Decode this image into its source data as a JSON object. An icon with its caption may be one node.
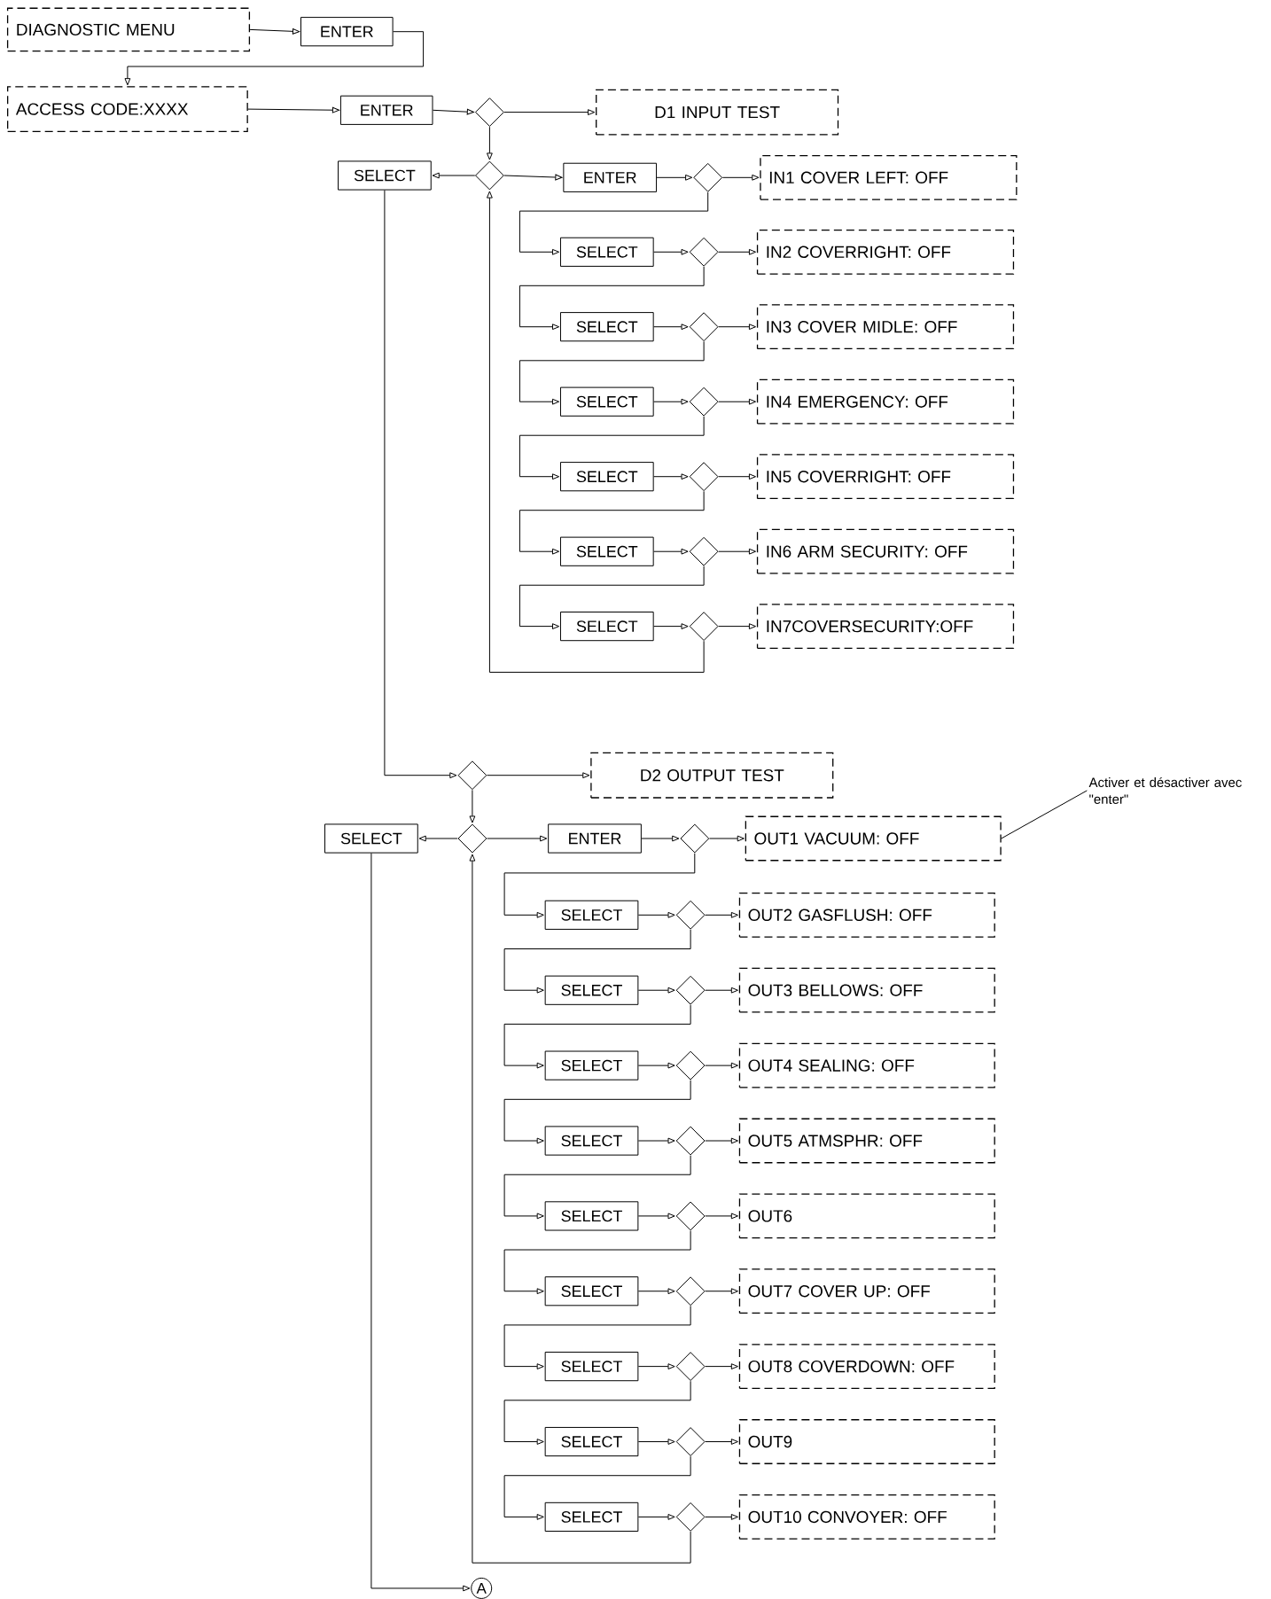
{
  "diagram": {
    "nodes": [
      {
        "text": [
          "DIAGNOSTIC MENU"
        ]
      },
      {
        "text": [
          "ENTER"
        ]
      },
      {
        "text": [
          "ACCESS CODE:XXXX"
        ]
      },
      {
        "text": [
          "ENTER"
        ]
      },
      {
        "text": [],
        "shape": "diamond"
      },
      {
        "text": [
          "D1 INPUT TEST"
        ]
      },
      {
        "text": [
          "SELECT"
        ]
      },
      {
        "text": [],
        "shape": "diamond"
      },
      {
        "text": [
          "ENTER"
        ]
      },
      {
        "text": [],
        "shape": "diamond"
      },
      {
        "text": [
          "IN1 COVER LEFT: OFF"
        ]
      },
      {
        "text": [
          "SELECT"
        ]
      },
      {
        "text": [],
        "shape": "diamond"
      },
      {
        "text": [
          "IN2 COVERRIGHT: OFF"
        ]
      },
      {
        "text": [
          "SELECT"
        ]
      },
      {
        "text": [],
        "shape": "diamond"
      },
      {
        "text": [
          "IN3 COVER MIDLE: OFF"
        ]
      },
      {
        "text": [
          "SELECT"
        ]
      },
      {
        "text": [],
        "shape": "diamond"
      },
      {
        "text": [
          "IN4 EMERGENCY: OFF"
        ]
      },
      {
        "text": [
          "SELECT"
        ]
      },
      {
        "text": [],
        "shape": "diamond"
      },
      {
        "text": [
          "IN5 COVERRIGHT: OFF"
        ]
      },
      {
        "text": [
          "SELECT"
        ]
      },
      {
        "text": [],
        "shape": "diamond"
      },
      {
        "text": [
          "IN6 ARM SECURITY: OFF"
        ]
      },
      {
        "text": [
          "SELECT"
        ]
      },
      {
        "text": [],
        "shape": "diamond"
      },
      {
        "text": [
          "IN7COVERSECURITY:OFF"
        ]
      },
      {
        "text": [],
        "shape": "diamond"
      },
      {
        "text": [
          "D2 OUTPUT TEST"
        ]
      },
      {
        "text": [
          "Activer et désactiver avec \"enter\""
        ]
      },
      {
        "text": [
          "SELECT"
        ]
      },
      {
        "text": [],
        "shape": "diamond"
      },
      {
        "text": [
          "ENTER"
        ]
      },
      {
        "text": [],
        "shape": "diamond"
      },
      {
        "text": [
          "OUT1 VACUUM: OFF"
        ]
      },
      {
        "text": [
          "SELECT"
        ]
      },
      {
        "text": [],
        "shape": "diamond"
      },
      {
        "text": [
          "OUT2 GASFLUSH: OFF"
        ]
      },
      {
        "text": [
          "SELECT"
        ]
      },
      {
        "text": [],
        "shape": "diamond"
      },
      {
        "text": [
          "OUT3 BELLOWS: OFF"
        ]
      },
      {
        "text": [
          "SELECT"
        ]
      },
      {
        "text": [],
        "shape": "diamond"
      },
      {
        "text": [
          "OUT4 SEALING: OFF"
        ]
      },
      {
        "text": [
          "SELECT"
        ]
      },
      {
        "text": [],
        "shape": "diamond"
      },
      {
        "text": [
          "OUT5 ATMSPHR: OFF"
        ]
      },
      {
        "text": [
          "SELECT"
        ]
      },
      {
        "text": [],
        "shape": "diamond"
      },
      {
        "text": [
          "OUT6"
        ]
      },
      {
        "text": [
          "SELECT"
        ]
      },
      {
        "text": [],
        "shape": "diamond"
      },
      {
        "text": [
          "OUT7 COVER UP: OFF"
        ]
      },
      {
        "text": [
          "SELECT"
        ]
      },
      {
        "text": [],
        "shape": "diamond"
      },
      {
        "text": [
          "OUT8 COVERDOWN: OFF"
        ]
      },
      {
        "text": [
          "SELECT"
        ]
      },
      {
        "text": [],
        "shape": "diamond"
      },
      {
        "text": [
          "OUT9"
        ]
      },
      {
        "text": [
          "SELECT"
        ]
      },
      {
        "text": [],
        "shape": "diamond"
      },
      {
        "text": [
          "OUT10 CONVOYER: OFF"
        ]
      },
      {
        "text": [
          "A"
        ]
      }
    ],
    "edges": [
      {
        "from": 0,
        "to": 1,
        "arrow": "to"
      },
      {
        "from": 1,
        "to": 2,
        "arrow": "to"
      },
      {
        "from": 2,
        "to": 3,
        "arrow": "to"
      },
      {
        "from": 3,
        "to": 4,
        "arrow": "to"
      },
      {
        "from": 4,
        "to": 5,
        "arrow": "to"
      },
      {
        "from": 4,
        "to": 7,
        "arrow": "to"
      },
      {
        "from": 7,
        "to": 6,
        "arrow": "to"
      },
      {
        "from": 7,
        "to": 8,
        "arrow": "to"
      },
      {
        "from": 8,
        "to": 9,
        "arrow": "to"
      },
      {
        "from": 9,
        "to": 10,
        "arrow": "to"
      },
      {
        "from": 9,
        "to": 11,
        "arrow": "to"
      },
      {
        "from": 11,
        "to": 12,
        "arrow": "to"
      },
      {
        "from": 12,
        "to": 13,
        "arrow": "to"
      },
      {
        "from": 12,
        "to": 14,
        "arrow": "to"
      },
      {
        "from": 14,
        "to": 15,
        "arrow": "to"
      },
      {
        "from": 15,
        "to": 16,
        "arrow": "to"
      },
      {
        "from": 15,
        "to": 17,
        "arrow": "to"
      },
      {
        "from": 17,
        "to": 18,
        "arrow": "to"
      },
      {
        "from": 18,
        "to": 19,
        "arrow": "to"
      },
      {
        "from": 18,
        "to": 20,
        "arrow": "to"
      },
      {
        "from": 20,
        "to": 21,
        "arrow": "to"
      },
      {
        "from": 21,
        "to": 22,
        "arrow": "to"
      },
      {
        "from": 21,
        "to": 23,
        "arrow": "to"
      },
      {
        "from": 23,
        "to": 24,
        "arrow": "to"
      },
      {
        "from": 24,
        "to": 25,
        "arrow": "to"
      },
      {
        "from": 24,
        "to": 26,
        "arrow": "to"
      },
      {
        "from": 26,
        "to": 27,
        "arrow": "to"
      },
      {
        "from": 27,
        "to": 28,
        "arrow": "to"
      },
      {
        "from": 27,
        "to": 7,
        "arrow": "to"
      },
      {
        "from": 6,
        "to": 29,
        "arrow": "to"
      },
      {
        "from": 29,
        "to": 30,
        "arrow": "to"
      },
      {
        "from": 29,
        "to": 33,
        "arrow": "to"
      },
      {
        "from": 31,
        "to": 36,
        "arrow": "none"
      },
      {
        "from": 33,
        "to": 32,
        "arrow": "to"
      },
      {
        "from": 33,
        "to": 34,
        "arrow": "to"
      },
      {
        "from": 34,
        "to": 35,
        "arrow": "to"
      },
      {
        "from": 35,
        "to": 36,
        "arrow": "to"
      },
      {
        "from": 35,
        "to": 37,
        "arrow": "to"
      },
      {
        "from": 37,
        "to": 38,
        "arrow": "to"
      },
      {
        "from": 38,
        "to": 39,
        "arrow": "to"
      },
      {
        "from": 38,
        "to": 40,
        "arrow": "to"
      },
      {
        "from": 40,
        "to": 41,
        "arrow": "to"
      },
      {
        "from": 41,
        "to": 42,
        "arrow": "to"
      },
      {
        "from": 41,
        "to": 43,
        "arrow": "to"
      },
      {
        "from": 43,
        "to": 44,
        "arrow": "to"
      },
      {
        "from": 44,
        "to": 45,
        "arrow": "to"
      },
      {
        "from": 44,
        "to": 46,
        "arrow": "to"
      },
      {
        "from": 46,
        "to": 47,
        "arrow": "to"
      },
      {
        "from": 47,
        "to": 48,
        "arrow": "to"
      },
      {
        "from": 47,
        "to": 49,
        "arrow": "to"
      },
      {
        "from": 49,
        "to": 50,
        "arrow": "to"
      },
      {
        "from": 50,
        "to": 51,
        "arrow": "to"
      },
      {
        "from": 50,
        "to": 52,
        "arrow": "to"
      },
      {
        "from": 52,
        "to": 53,
        "arrow": "to"
      },
      {
        "from": 53,
        "to": 54,
        "arrow": "to"
      },
      {
        "from": 53,
        "to": 55,
        "arrow": "to"
      },
      {
        "from": 55,
        "to": 56,
        "arrow": "to"
      },
      {
        "from": 56,
        "to": 57,
        "arrow": "to"
      },
      {
        "from": 56,
        "to": 58,
        "arrow": "to"
      },
      {
        "from": 58,
        "to": 59,
        "arrow": "to"
      },
      {
        "from": 59,
        "to": 60,
        "arrow": "to"
      },
      {
        "from": 59,
        "to": 61,
        "arrow": "to"
      },
      {
        "from": 61,
        "to": 62,
        "arrow": "to"
      },
      {
        "from": 62,
        "to": 63,
        "arrow": "to"
      },
      {
        "from": 62,
        "to": 33,
        "arrow": "to"
      },
      {
        "from": 32,
        "to": 64,
        "arrow": "to"
      }
    ]
  }
}
